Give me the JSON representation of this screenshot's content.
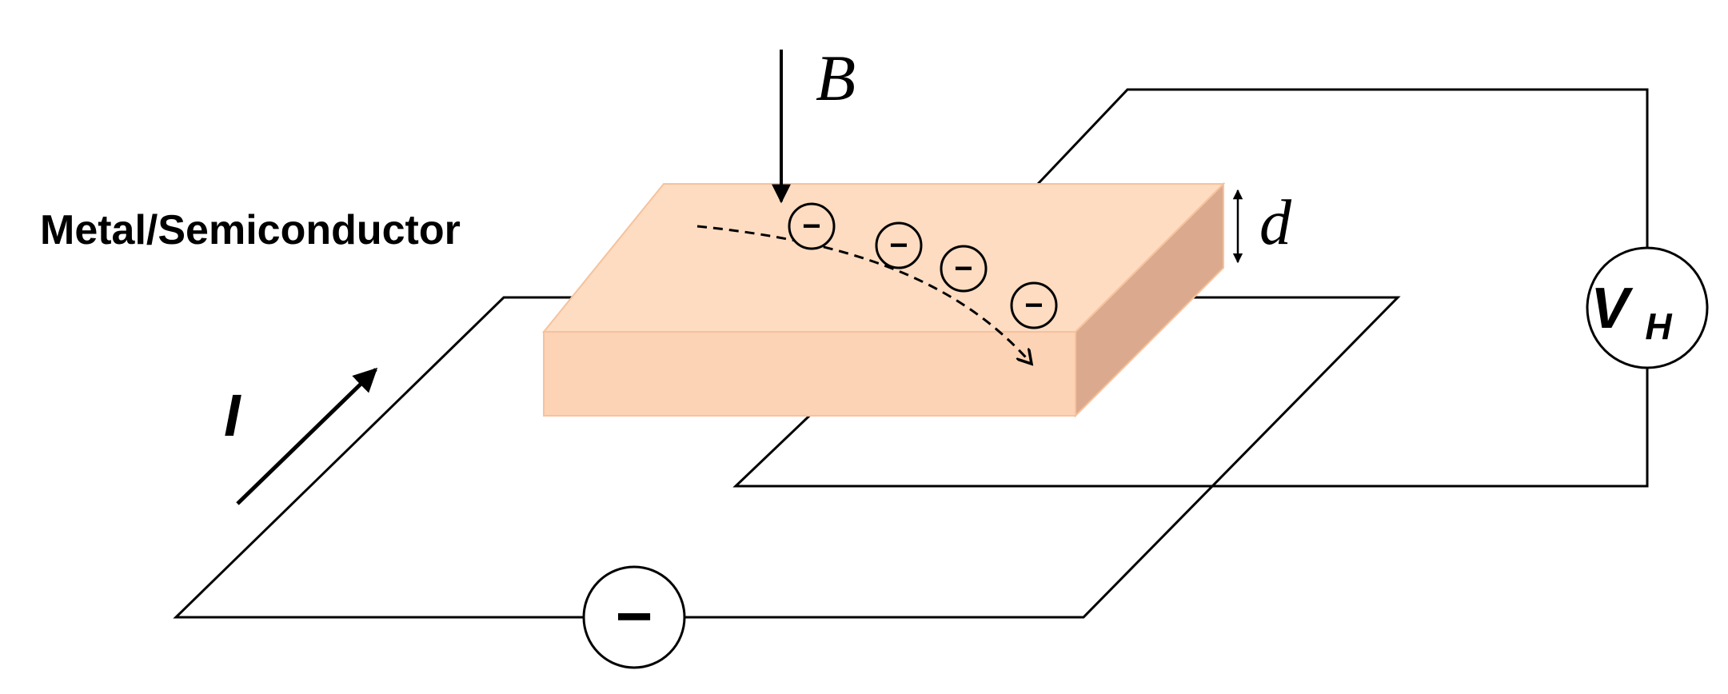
{
  "labels": {
    "material": "Metal/Semiconductor",
    "magnetic_field": "B",
    "thickness": "d",
    "current": "I",
    "hall_voltage_main": "V",
    "hall_voltage_sub": "H",
    "electron_symbol": "−",
    "source_symbol": "−"
  },
  "colors": {
    "slab_top": "#fddcc1",
    "slab_front": "#fcd3b4",
    "slab_side": "#dba98e",
    "slab_edge": "#f6c29d",
    "wire": "#000000"
  }
}
